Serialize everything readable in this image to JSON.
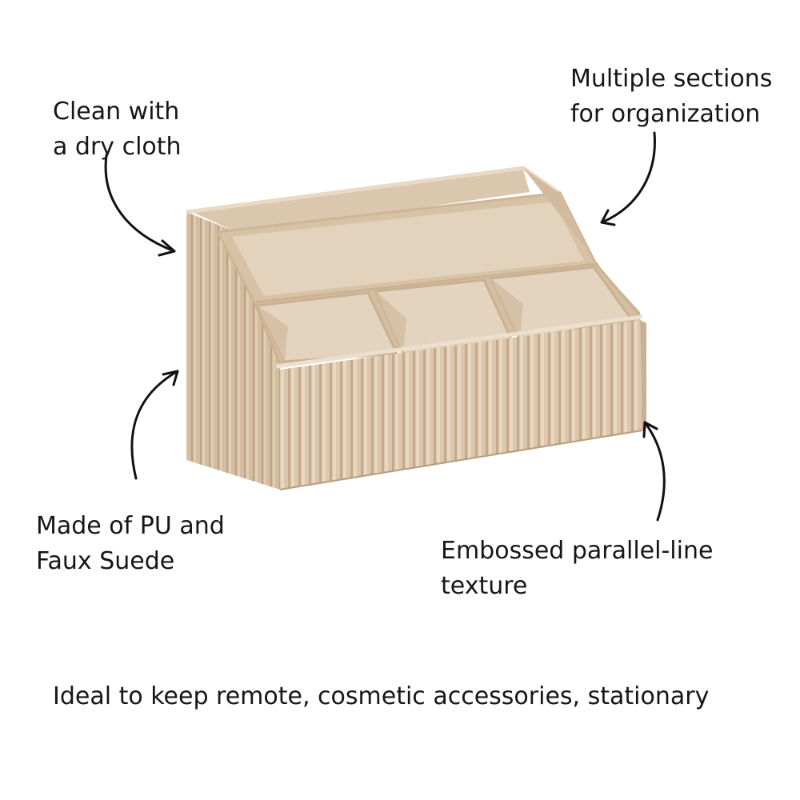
{
  "callouts": {
    "clean": {
      "line1": "Clean with",
      "line2": "a dry cloth"
    },
    "sections": {
      "line1": "Multiple sections",
      "line2": "for organization"
    },
    "material": {
      "line1": "Made of PU and",
      "line2": "Faux Suede"
    },
    "texture": {
      "line1": "Embossed parallel-line",
      "line2": "texture"
    }
  },
  "footer": "Ideal to keep remote, cosmetic accessories, stationary",
  "colors": {
    "body": "#dbc6ab",
    "body_light": "#e6d5c0",
    "body_dark": "#c7ae8f",
    "rib_shadow": "#bfa483",
    "text": "#161616"
  }
}
